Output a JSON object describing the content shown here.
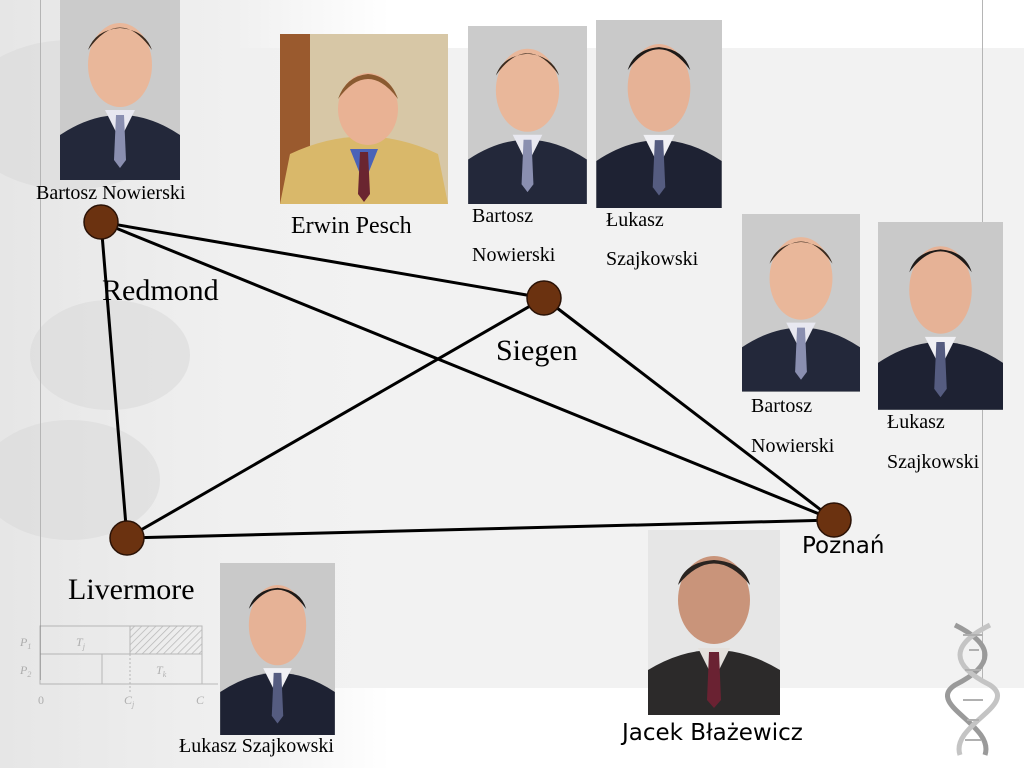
{
  "diagram": {
    "nodes": [
      {
        "id": "redmond",
        "label": "Redmond"
      },
      {
        "id": "siegen",
        "label": "Siegen"
      },
      {
        "id": "livermore",
        "label": "Livermore"
      },
      {
        "id": "poznan",
        "label": "Poznań"
      }
    ],
    "edges": [
      [
        "redmond",
        "siegen"
      ],
      [
        "redmond",
        "livermore"
      ],
      [
        "redmond",
        "poznan"
      ],
      [
        "siegen",
        "livermore"
      ],
      [
        "siegen",
        "poznan"
      ],
      [
        "livermore",
        "poznan"
      ]
    ],
    "colors": {
      "node_fill": "#6b3210",
      "node_stroke": "#2a1206",
      "edge": "#000000"
    }
  },
  "people": {
    "bartosz_top": "Bartosz Nowierski",
    "erwin": "Erwin Pesch",
    "bartosz_siegen_1": "Bartosz",
    "bartosz_siegen_2": "Nowierski",
    "lukasz_siegen_1": "Łukasz",
    "lukasz_siegen_2": "Szajkowski",
    "bartosz_poznan_1": "Bartosz",
    "bartosz_poznan_2": "Nowierski",
    "lukasz_poznan_1": "Łukasz",
    "lukasz_poznan_2": "Szajkowski",
    "lukasz_livermore": "Łukasz Szajkowski",
    "jacek": "Jacek Błażewicz"
  },
  "decor": {
    "gantt": {
      "p1": "P",
      "p1_sub": "1",
      "p2": "P",
      "p2_sub": "2",
      "tj": "T",
      "tj_sub": "j",
      "tk": "T",
      "tk_sub": "k",
      "zero": "0",
      "cj": "C",
      "cj_sub": "j",
      "ck": "C"
    },
    "icons": [
      "dna-helix-icon"
    ]
  }
}
